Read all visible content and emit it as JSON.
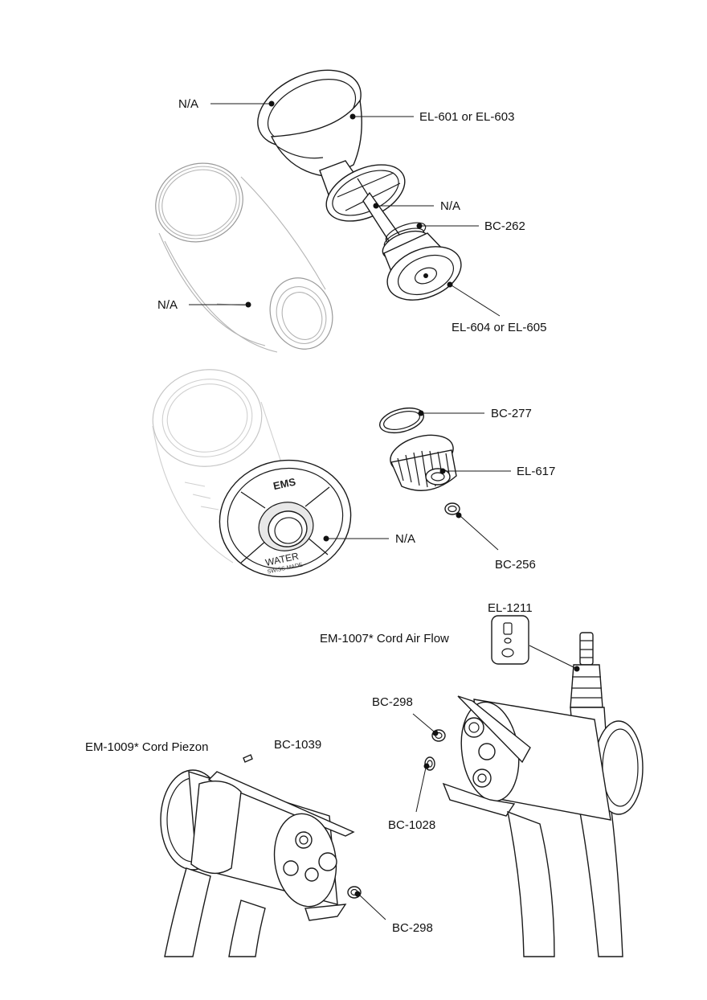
{
  "labels": {
    "na_top": "N/A",
    "el601": "EL-601 or EL-603",
    "na_mid": "N/A",
    "bc262": "BC-262",
    "na_tank": "N/A",
    "el604": "EL-604 or EL-605",
    "bc277": "BC-277",
    "el617": "EL-617",
    "na_cap": "N/A",
    "bc256": "BC-256",
    "el1211": "EL-1211",
    "em1007": "EM-1007* Cord Air Flow",
    "bc298_top": "BC-298",
    "em1009": "EM-1009* Cord Piezon",
    "bc1039": "BC-1039",
    "bc1028": "BC-1028",
    "bc298_bottom": "BC-298"
  },
  "cap_logo": "EMS",
  "cap_text": "WATER",
  "cap_subtext": "SWISS MADE"
}
